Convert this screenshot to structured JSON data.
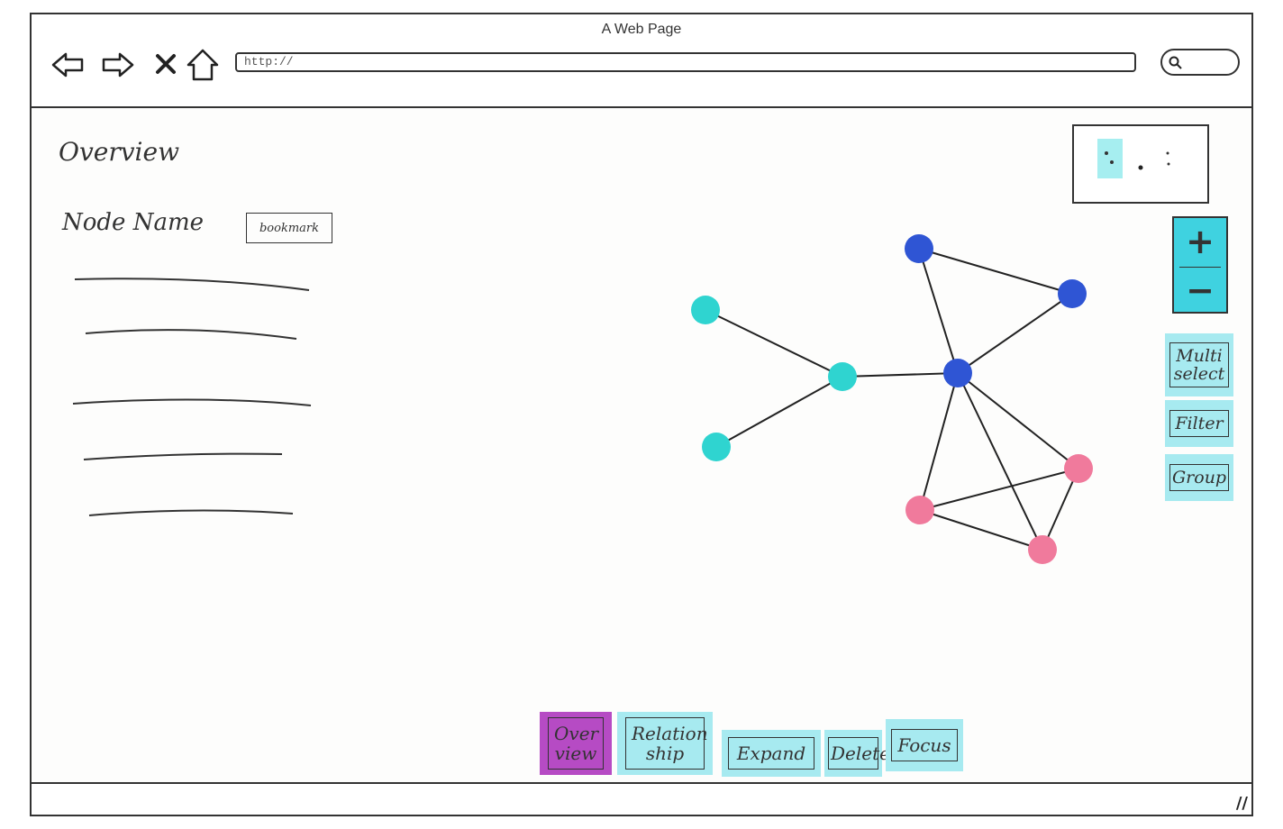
{
  "window": {
    "title": "A Web Page"
  },
  "toolbar": {
    "url": "http://",
    "back_icon": "back-arrow-icon",
    "forward_icon": "forward-arrow-icon",
    "stop_icon": "close-icon",
    "home_icon": "home-icon",
    "search_icon": "search-icon"
  },
  "panel": {
    "heading": "Overview",
    "node_label": "Node Name",
    "bookmark_label": "bookmark",
    "detail_lines": [
      "",
      "",
      "",
      "",
      ""
    ]
  },
  "graph": {
    "colors": {
      "teal": "#2fd4d0",
      "blue": "#2f55d4",
      "pink": "#f07a9c"
    },
    "nodes": [
      {
        "id": "t1",
        "group": "teal"
      },
      {
        "id": "t2",
        "group": "teal"
      },
      {
        "id": "t3",
        "group": "teal"
      },
      {
        "id": "b1",
        "group": "blue"
      },
      {
        "id": "b2",
        "group": "blue"
      },
      {
        "id": "b3",
        "group": "blue"
      },
      {
        "id": "p1",
        "group": "pink"
      },
      {
        "id": "p2",
        "group": "pink"
      },
      {
        "id": "p3",
        "group": "pink"
      }
    ],
    "edges": [
      [
        "t1",
        "t2"
      ],
      [
        "t2",
        "t3"
      ],
      [
        "t2",
        "b3"
      ],
      [
        "b1",
        "b2"
      ],
      [
        "b1",
        "b3"
      ],
      [
        "b2",
        "b3"
      ],
      [
        "b3",
        "p1"
      ],
      [
        "b3",
        "p2"
      ],
      [
        "b3",
        "p3"
      ],
      [
        "p1",
        "p2"
      ],
      [
        "p1",
        "p3"
      ],
      [
        "p2",
        "p3"
      ]
    ]
  },
  "zoom": {
    "in_label": "+",
    "out_label": "−"
  },
  "tools": {
    "multi_select": "Multi select",
    "filter": "Filter",
    "group": "Group"
  },
  "bottom_tabs": [
    {
      "label": "Over view",
      "active": true
    },
    {
      "label": "Relation ship",
      "active": false
    },
    {
      "label": "Expand",
      "active": false
    },
    {
      "label": "Delete",
      "active": false
    },
    {
      "label": "Focus",
      "active": false
    }
  ],
  "accent_colors": {
    "tool_bg": "#a7eaf0",
    "zoom_bg": "#3fd2e0",
    "active_tab": "#b64bc4"
  }
}
